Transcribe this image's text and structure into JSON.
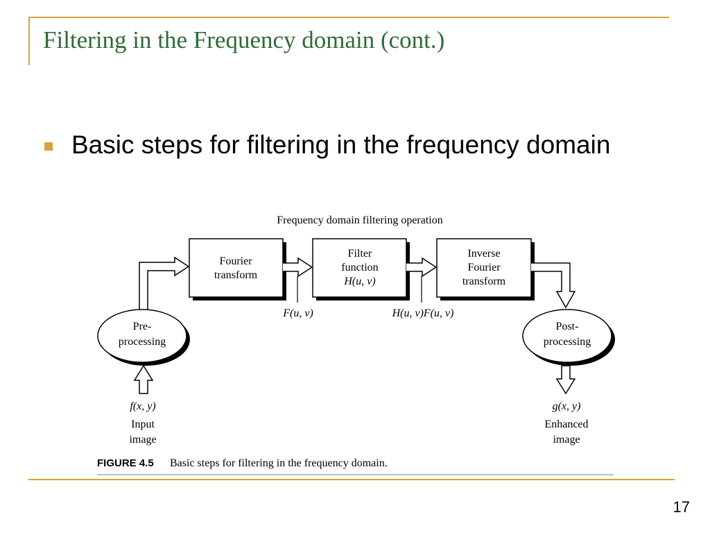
{
  "slide": {
    "title": "Filtering in the Frequency domain (cont.)",
    "bullet": "Basic steps for filtering in the frequency domain",
    "page_number": "17"
  },
  "figure": {
    "header": "Frequency domain filtering operation",
    "boxes": {
      "fourier": [
        "Fourier",
        "transform"
      ],
      "filter": [
        "Filter",
        "function",
        "H(u, v)"
      ],
      "inverse": [
        "Inverse",
        "Fourier",
        "transform"
      ]
    },
    "ellipses": {
      "pre": [
        "Pre-",
        "processing"
      ],
      "post": [
        "Post-",
        "processing"
      ]
    },
    "signals": {
      "F": "F(u, v)",
      "HF": "H(u, v)F(u, v)",
      "input_fn": "f(x, y)",
      "output_fn": "g(x, y)"
    },
    "io_labels": {
      "input": [
        "Input",
        "image"
      ],
      "output": [
        "Enhanced",
        "image"
      ]
    },
    "caption_label": "FIGURE 4.5",
    "caption_text": "Basic steps for filtering in the frequency domain."
  },
  "colors": {
    "accent": "#d9a23a",
    "title_green": "#2e6b36"
  }
}
